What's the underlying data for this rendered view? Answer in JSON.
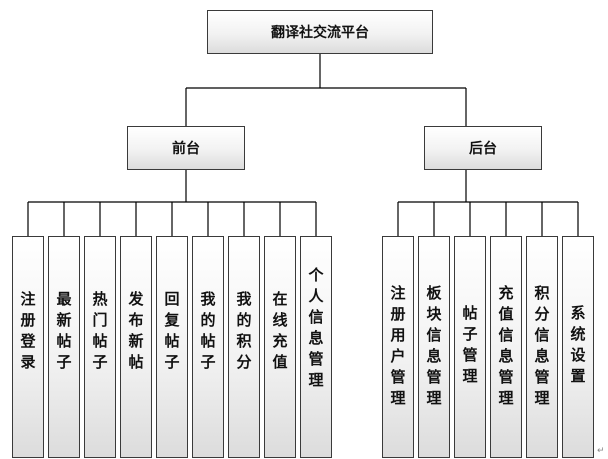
{
  "root": {
    "label": "翻译社交流平台"
  },
  "frontend": {
    "label": "前台",
    "items": [
      "注册登录",
      "最新帖子",
      "热门帖子",
      "发布新帖",
      "回复帖子",
      "我的帖子",
      "我的积分",
      "在线充值",
      "个人信息管理"
    ]
  },
  "backend": {
    "label": "后台",
    "items": [
      "注册用户管理",
      "板块信息管理",
      "帖子管理",
      "充值信息管理",
      "积分信息管理",
      "系统设置"
    ]
  },
  "corner_mark": "↵"
}
